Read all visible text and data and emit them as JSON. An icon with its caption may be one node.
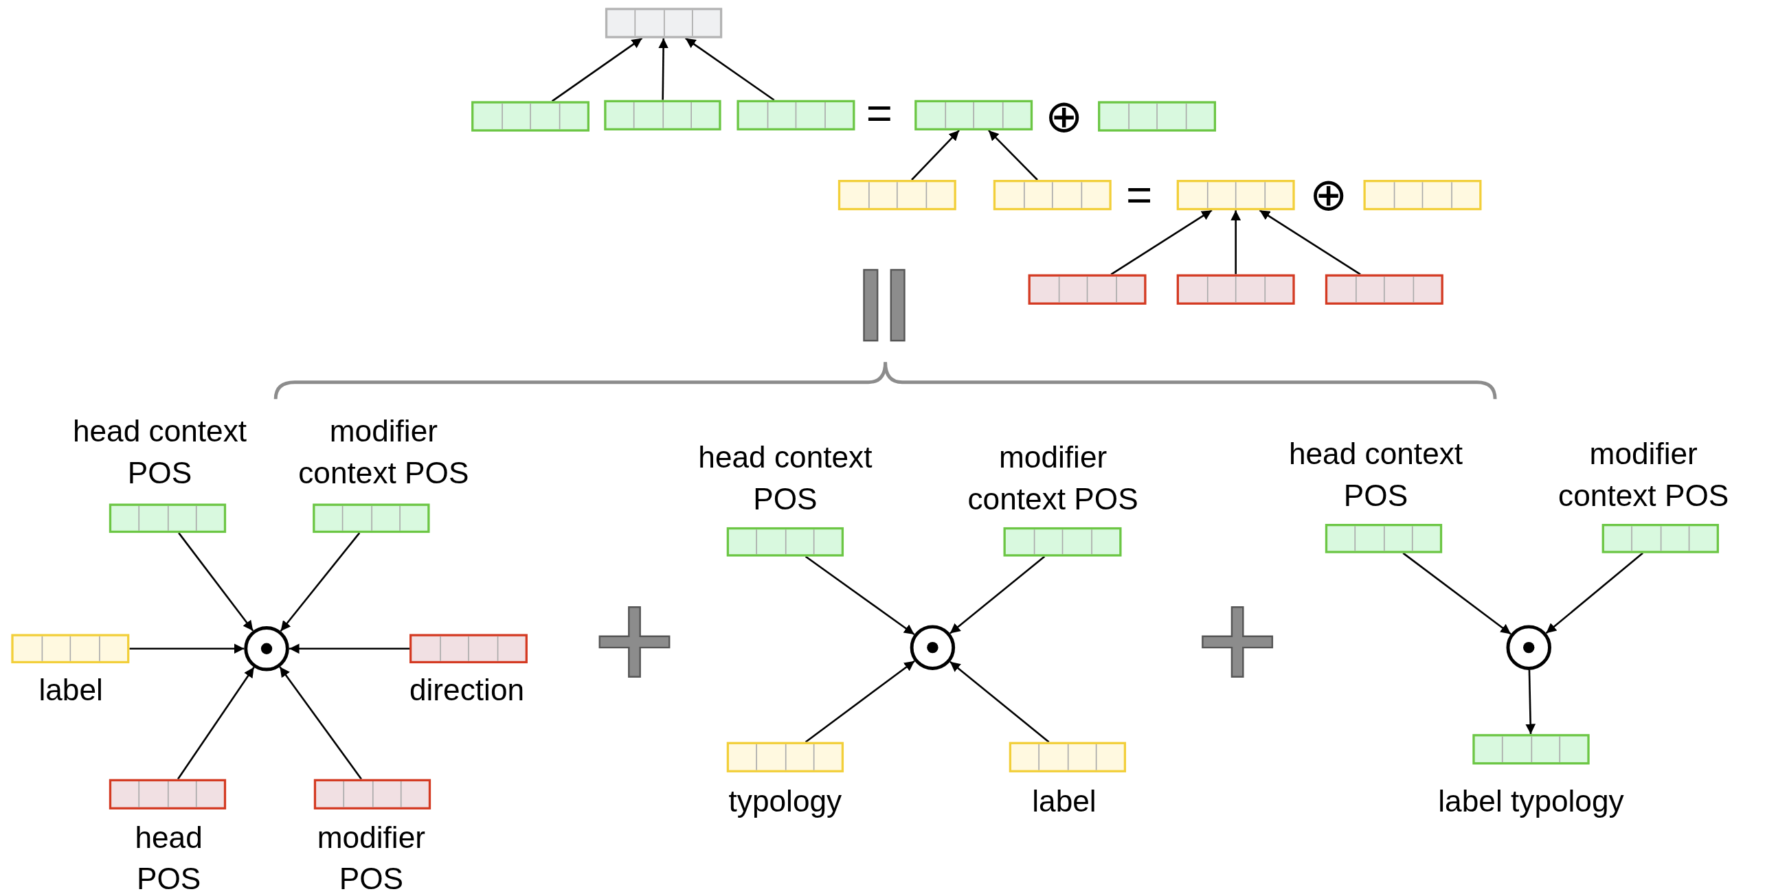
{
  "diagram": {
    "nodes": [
      {
        "text": [],
        "shape": "bar"
      },
      {
        "text": [],
        "shape": "bar"
      },
      {
        "text": [],
        "shape": "bar"
      },
      {
        "text": [],
        "shape": "bar"
      },
      {
        "text": [],
        "shape": "bar"
      },
      {
        "text": [],
        "shape": "bar"
      },
      {
        "text": [],
        "shape": "bar"
      },
      {
        "text": [],
        "shape": "bar"
      },
      {
        "text": [],
        "shape": "bar"
      },
      {
        "text": [],
        "shape": "bar"
      },
      {
        "text": [],
        "shape": "bar"
      },
      {
        "text": [],
        "shape": "bar"
      },
      {
        "text": [],
        "shape": "bar"
      },
      {
        "text": [],
        "shape": "bar",
        "beside": [
          "head context POS"
        ]
      },
      {
        "text": [],
        "shape": "bar",
        "beside": [
          "modifier context POS"
        ]
      },
      {
        "text": [],
        "shape": "bar",
        "beside": [
          "label"
        ]
      },
      {
        "text": [],
        "shape": "circle"
      },
      {
        "text": [],
        "shape": "bar",
        "beside": [
          "direction"
        ]
      },
      {
        "text": [],
        "shape": "bar",
        "beside": [
          "head POS"
        ]
      },
      {
        "text": [],
        "shape": "bar",
        "beside": [
          "modifier POS"
        ]
      },
      {
        "text": [],
        "shape": "bar",
        "beside": [
          "head context POS"
        ]
      },
      {
        "text": [],
        "shape": "bar",
        "beside": [
          "modifier context POS"
        ]
      },
      {
        "text": [],
        "shape": "circle"
      },
      {
        "text": [],
        "shape": "bar",
        "beside": [
          "typology"
        ]
      },
      {
        "text": [],
        "shape": "bar",
        "beside": [
          "label"
        ]
      },
      {
        "text": [],
        "shape": "bar",
        "beside": [
          "head context POS"
        ]
      },
      {
        "text": [],
        "shape": "bar",
        "beside": [
          "modifier context POS"
        ]
      },
      {
        "text": [],
        "shape": "circle"
      },
      {
        "text": [],
        "shape": "bar",
        "beside": [
          "label typology"
        ]
      },
      {
        "text": [],
        "shape": "plus"
      },
      {
        "text": [],
        "shape": "plus"
      }
    ],
    "edges": [
      {
        "from": 1,
        "to": 0,
        "arrow": "to"
      },
      {
        "from": 2,
        "to": 0,
        "arrow": "to"
      },
      {
        "from": 3,
        "to": 0,
        "arrow": "to"
      },
      {
        "from": 6,
        "to": 4,
        "arrow": "to"
      },
      {
        "from": 7,
        "to": 4,
        "arrow": "to"
      },
      {
        "from": 10,
        "to": 8,
        "arrow": "to"
      },
      {
        "from": 11,
        "to": 8,
        "arrow": "to"
      },
      {
        "from": 12,
        "to": 8,
        "arrow": "to"
      },
      {
        "from": 13,
        "to": 16,
        "arrow": "to"
      },
      {
        "from": 14,
        "to": 16,
        "arrow": "to"
      },
      {
        "from": 15,
        "to": 16,
        "arrow": "to"
      },
      {
        "from": 17,
        "to": 16,
        "arrow": "to"
      },
      {
        "from": 18,
        "to": 16,
        "arrow": "to"
      },
      {
        "from": 19,
        "to": 16,
        "arrow": "to"
      },
      {
        "from": 20,
        "to": 22,
        "arrow": "to"
      },
      {
        "from": 21,
        "to": 22,
        "arrow": "to"
      },
      {
        "from": 23,
        "to": 22,
        "arrow": "to"
      },
      {
        "from": 24,
        "to": 22,
        "arrow": "to"
      },
      {
        "from": 25,
        "to": 27,
        "arrow": "to"
      },
      {
        "from": 26,
        "to": 27,
        "arrow": "to"
      },
      {
        "from": 27,
        "to": 28,
        "arrow": "to"
      }
    ],
    "labels": [
      "=",
      "⊕",
      "=",
      "⊕"
    ]
  }
}
